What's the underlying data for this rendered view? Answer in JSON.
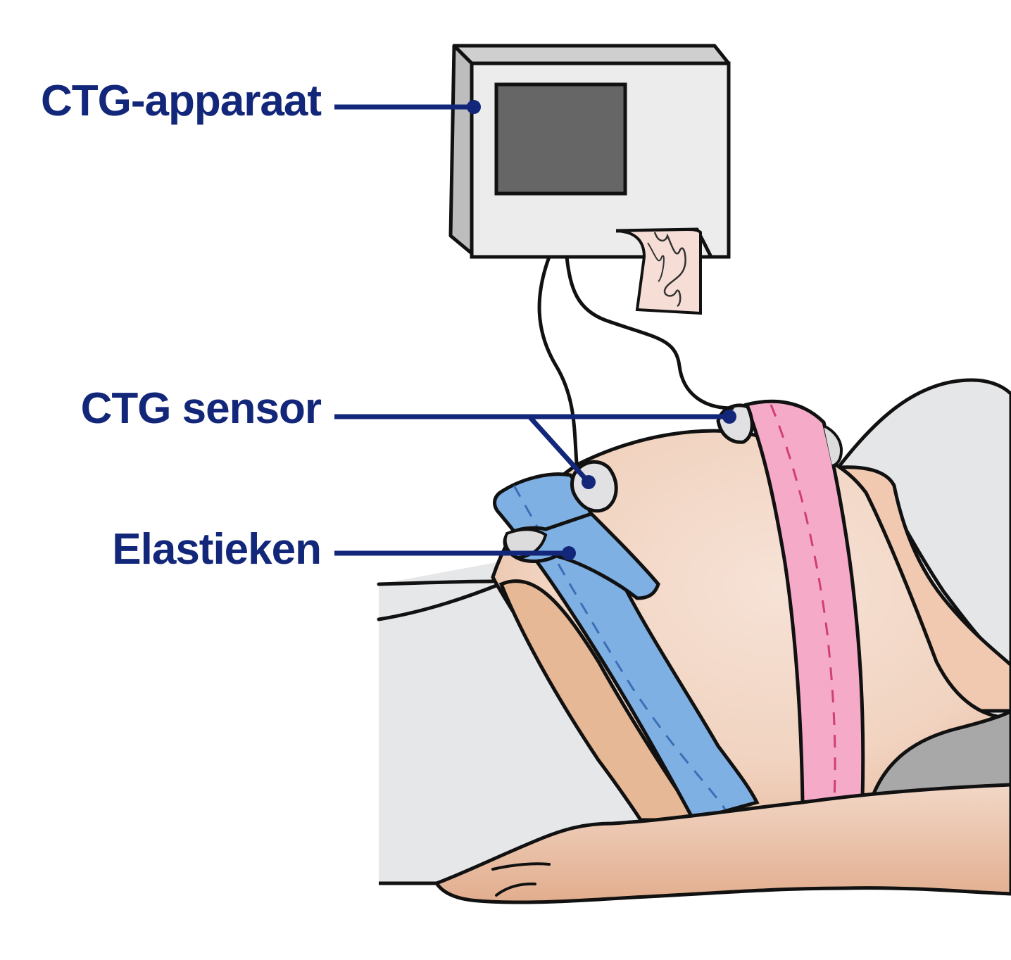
{
  "labels": {
    "ctg_apparaat": "CTG-apparaat",
    "ctg_sensor": "CTG sensor",
    "elastieken": "Elastieken"
  },
  "colors": {
    "label_text": "#13277a",
    "leader_line": "#13277a",
    "blue_belt": "#7fb0e4",
    "pink_belt": "#f5aac8",
    "skin": "#f1d2bd",
    "skin_shadow": "#e5b293",
    "monitor_body": "#ececec",
    "monitor_screen": "#666666",
    "paper_strip": "#f6ded6",
    "bed": "#e6e7e9",
    "cloth": "#a9a9a9"
  },
  "icons": [
    "ctg-monitor-icon",
    "ctg-sensor-icon",
    "elastic-belt-icon"
  ]
}
